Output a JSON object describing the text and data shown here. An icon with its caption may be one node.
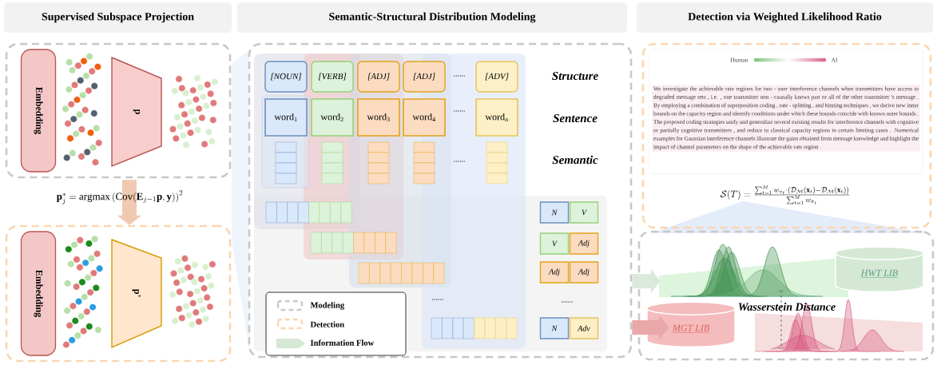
{
  "diagram": {
    "nodes": [
      {
        "text": [
          "Supervised Subspace Projection"
        ]
      },
      {
        "text": [
          "Semantic-Structural Distribution Modeling"
        ]
      },
      {
        "text": [
          "Detection via Weighted Likelihood Ratio"
        ]
      },
      {
        "text": [],
        "shape": "box"
      },
      {
        "text": [
          "Embedding"
        ],
        "in": 3
      },
      {
        "text": [
          "\\mathbf{p}"
        ],
        "in": 3
      },
      {
        "text": [],
        "shape": "box"
      },
      {
        "text": [
          "Embedding"
        ],
        "in": 6
      },
      {
        "text": [
          "\\mathbf{p}^*"
        ],
        "in": 6
      },
      {
        "text": [],
        "shape": "box"
      },
      {
        "text": [
          "[NOUN]"
        ],
        "in": 9
      },
      {
        "text": [
          "[VERB]"
        ],
        "in": 9
      },
      {
        "text": [
          "[ADJ]"
        ],
        "in": 9
      },
      {
        "text": [
          "[ADJ]"
        ],
        "in": 9
      },
      {
        "text": [
          "[ADV]"
        ],
        "in": 9
      },
      {
        "text": [
          "word$_{1}$"
        ],
        "in": 9
      },
      {
        "text": [
          "word$_{2}$"
        ],
        "in": 9
      },
      {
        "text": [
          "word$_{3}$"
        ],
        "in": 9
      },
      {
        "text": [
          "word$_{4}$"
        ],
        "in": 9
      },
      {
        "text": [
          "word$_{n}$"
        ],
        "in": 9
      },
      {
        "text": [
          "N"
        ],
        "in": 9
      },
      {
        "text": [
          "V"
        ],
        "in": 9
      },
      {
        "text": [
          "V"
        ],
        "in": 9
      },
      {
        "text": [
          "Adj"
        ],
        "in": 9
      },
      {
        "text": [
          "Adj"
        ],
        "in": 9
      },
      {
        "text": [
          "Adj"
        ],
        "in": 9
      },
      {
        "text": [
          "N"
        ],
        "in": 9
      },
      {
        "text": [
          "Adv"
        ],
        "in": 9
      },
      {
        "text": [],
        "shape": "box"
      },
      {
        "text": [
          "Human",
          "AI",
          "We investigate the achievable rate regions for two - user interference channels when transmitters have access to degraded message sets , i.e. , one transmitter non - causally knows part or all of the other transmitter 's message . By employing a combination of superposition coding , rate - splitting , and binning techniques , we derive new inner bounds on the capacity region and identify conditions under which these bounds coincide with known outer bounds . The proposed coding strategies unify and generalize several existing results for interference channels with cognitive or partially cognitive transmitters , and reduce to classical capacity regions in certain limiting cases . Numerical examples for Gaussian interference channels illustrate the gains obtained from message knowledge and highlight the impact of channel parameters on the shape of the achievable rate region ."
        ],
        "in": 28
      },
      {
        "text": [],
        "shape": "box"
      },
      {
        "text": [
          "HWT LIB"
        ],
        "in": 30
      },
      {
        "text": [
          "MGT LIB"
        ],
        "in": 30
      }
    ],
    "edges": [
      {
        "from": 3,
        "to": 6,
        "arrow": "to",
        "color": "#efc9b0"
      },
      {
        "from": 9,
        "to": 30,
        "arrow": "to",
        "color": "#dbe8dc"
      },
      {
        "from": 9,
        "to": 32,
        "arrow": "to",
        "color": "#eaa7a7"
      }
    ],
    "labels": [
      "\\mathbf{p}_j^* = \\mathrm{argmax}\\left(\\mathrm{Cov}(\\mathbf{E}_{j-1}\\mathbf{p}, \\mathbf{y})\\right)^2",
      "......",
      "Structure",
      "......",
      "Sentence",
      "......",
      "Semantic",
      "......",
      "......",
      "\\mathcal{S}(T) = \\frac{\\sum_{t=1}^{M} w_{\\pi_t} \\cdot (\\mathcal{D}_{\\mathcal{M}}(\\mathbf{x}_t) - \\mathcal{D}_{\\mathcal{M}}(\\mathbf{x}_t))}{\\sum_{t=1}^{M} w_{\\pi_t}}",
      "Wasserstein Distance"
    ],
    "legend": [
      {
        "text": "Modeling"
      },
      {
        "text": "Detection"
      },
      {
        "text": "Information Flow"
      }
    ]
  }
}
